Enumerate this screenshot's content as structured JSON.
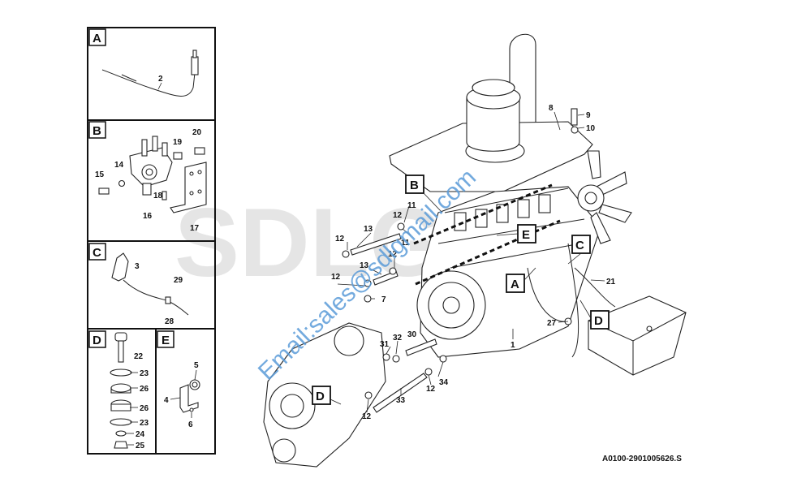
{
  "drawing_code": "A0100-2901005626.S",
  "watermark_email": "Email:sales@sdlgmail.com",
  "logo_text": "SDLG",
  "panels": {
    "A": {
      "letter": "A",
      "labels": [
        "2"
      ]
    },
    "B": {
      "letter": "B",
      "labels": [
        "20",
        "19",
        "14",
        "15",
        "18",
        "16",
        "17"
      ]
    },
    "C": {
      "letter": "C",
      "labels": [
        "3",
        "29",
        "28"
      ]
    },
    "D": {
      "letter": "D",
      "labels": [
        "22",
        "23",
        "26",
        "26",
        "23",
        "24",
        "25"
      ]
    },
    "E": {
      "letter": "E",
      "labels": [
        "5",
        "4",
        "6"
      ]
    }
  },
  "callouts": {
    "B": "B",
    "E": "E",
    "C": "C",
    "A": "A",
    "D1": "D",
    "D2": "D"
  },
  "main_labels": {
    "l8": "8",
    "l9": "9",
    "l10": "10",
    "l11a": "11",
    "l11b": "11",
    "l12a": "12",
    "l12b": "12",
    "l13a": "13",
    "l13b": "13",
    "l12c": "12",
    "l12d": "12",
    "l7": "7",
    "l21": "21",
    "l27": "27",
    "l1": "1",
    "l31": "31",
    "l32": "32",
    "l30": "30",
    "l34": "34",
    "l12e": "12",
    "l33": "33",
    "l12f": "12"
  }
}
